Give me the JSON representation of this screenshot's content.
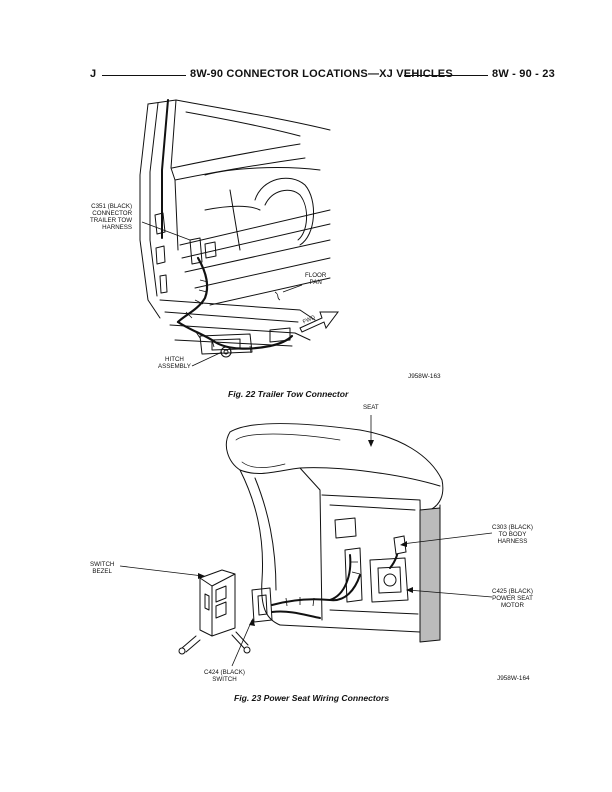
{
  "header": {
    "left": "J",
    "title": "8W-90 CONNECTOR LOCATIONS—XJ VEHICLES",
    "page_number": "8W - 90 - 23"
  },
  "figure22": {
    "labels": {
      "c351_line1": "C351 (BLACK)",
      "c351_line2": "CONNECTOR",
      "c351_line3": "TRAILER TOW",
      "c351_line4": "HARNESS",
      "floor_line1": "FLOOR",
      "floor_line2": "PAN",
      "fwd": "FWD",
      "hitch_line1": "HITCH",
      "hitch_line2": "ASSEMBLY"
    },
    "code": "J958W-163",
    "caption": "Fig. 22 Trailer Tow Connector"
  },
  "figure23": {
    "labels": {
      "seat": "SEAT",
      "c303_line1": "C303 (BLACK)",
      "c303_line2": "TO BODY",
      "c303_line3": "HARNESS",
      "switch_line1": "SWITCH",
      "switch_line2": "BEZEL",
      "c425_line1": "C425 (BLACK)",
      "c425_line2": "POWER SEAT",
      "c425_line3": "MOTOR",
      "c424_line1": "C424 (BLACK)",
      "c424_line2": "SWITCH"
    },
    "code": "J958W-164",
    "caption": "Fig. 23 Power Seat Wiring Connectors"
  }
}
